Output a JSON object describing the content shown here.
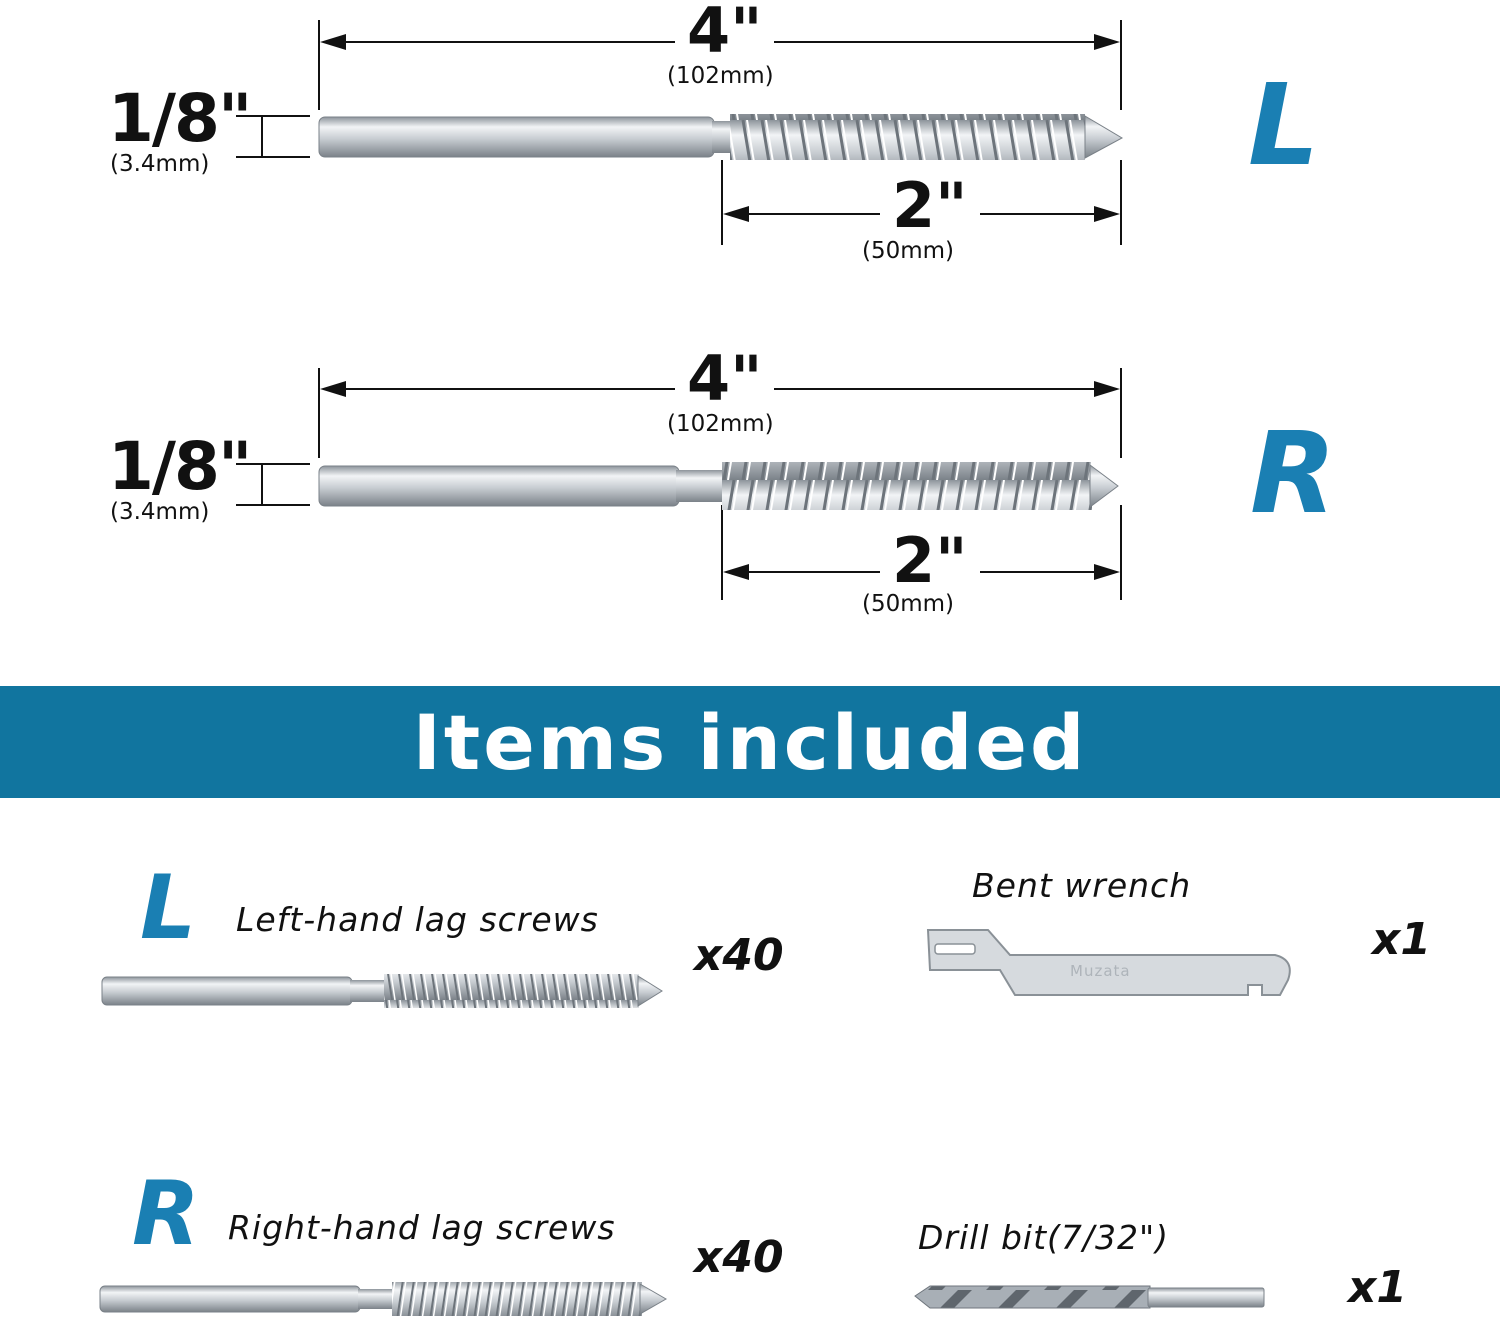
{
  "diagram": {
    "left_screw": {
      "hand_letter": "L",
      "total_length": "4\"",
      "total_length_mm": "(102mm)",
      "diameter": "1/8\"",
      "diameter_mm": "(3.4mm)",
      "thread_length": "2\"",
      "thread_length_mm": "(50mm)"
    },
    "right_screw": {
      "hand_letter": "R",
      "total_length": "4\"",
      "total_length_mm": "(102mm)",
      "diameter": "1/8\"",
      "diameter_mm": "(3.4mm)",
      "thread_length": "2\"",
      "thread_length_mm": "(50mm)"
    }
  },
  "banner": {
    "title": "Items included"
  },
  "items": {
    "left_screws": {
      "letter": "L",
      "label": "Left-hand lag screws",
      "quantity": "x40"
    },
    "right_screws": {
      "letter": "R",
      "label": "Right-hand lag screws",
      "quantity": "x40"
    },
    "wrench": {
      "label": "Bent wrench",
      "quantity": "x1",
      "engraving": "Muzata"
    },
    "drill_bit": {
      "label": "Drill bit(7/32\")",
      "quantity": "x1"
    }
  },
  "colors": {
    "accent": "#1a7fb3",
    "banner": "#11759f",
    "metal": "#c9ced3"
  }
}
